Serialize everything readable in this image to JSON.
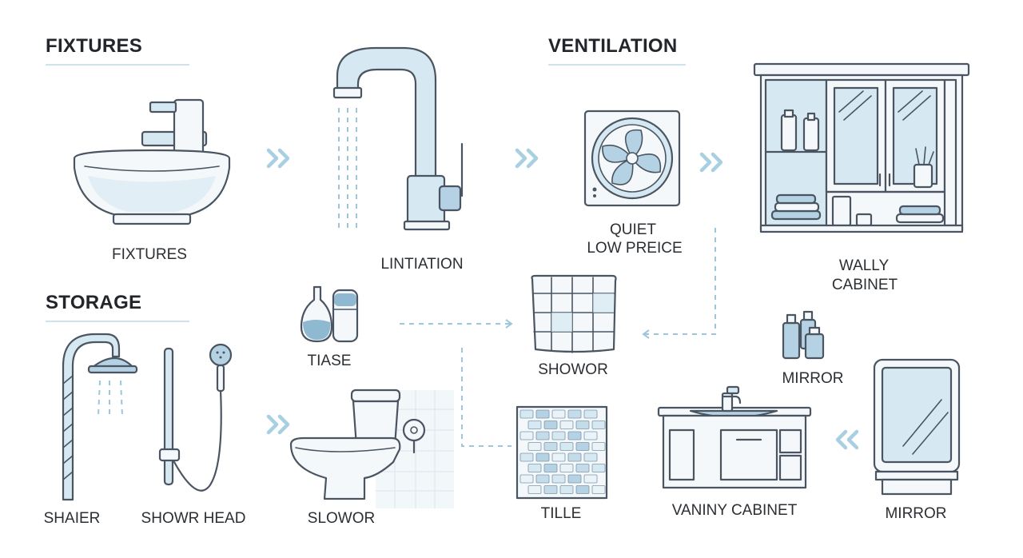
{
  "headings": {
    "fixtures": "FIXTURES",
    "ventilation": "VENTILATION",
    "storage": "STORAGE"
  },
  "items": {
    "sink": "FIXTURES",
    "faucet": "LINTIATION",
    "fan_line1": "QUIET",
    "fan_line2": "LOW PREICE",
    "cabinet_line1": "WALLY",
    "cabinet_line2": "CABINET",
    "bottles": "TIASE",
    "towel": "SHOWOR",
    "toiletries": "MIRROR",
    "shower_pipe": "SHAIER",
    "hand_shower": "SHOWR HEAD",
    "toilet": "SLOWOR",
    "tile": "TILLE",
    "vanity": "VANINY CABINET",
    "mirror": "MIRROR"
  },
  "colors": {
    "accent": "#a9cfe2",
    "line": "#4a5561",
    "fill_light": "#d6e8f2",
    "fill_mid": "#b4d2e3"
  },
  "icons": [
    "sink-icon",
    "faucet-icon",
    "exhaust-fan-icon",
    "wall-cabinet-icon",
    "bottles-icon",
    "towel-icon",
    "toiletries-icon",
    "shower-pipe-icon",
    "hand-shower-icon",
    "toilet-icon",
    "tile-icon",
    "vanity-cabinet-icon",
    "mirror-icon",
    "chevron-right-icon",
    "chevron-left-icon"
  ]
}
